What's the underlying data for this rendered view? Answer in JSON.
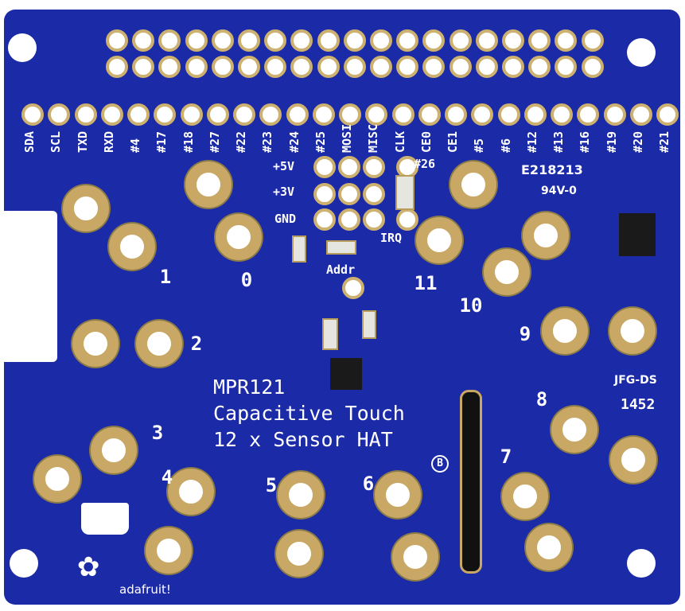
{
  "header_pins": [
    "SDA",
    "SCL",
    "TXD",
    "RXD",
    "#4",
    "#17",
    "#18",
    "#27",
    "#22",
    "#23",
    "#24",
    "#25",
    "MOSI",
    "MISC",
    "CLK",
    "CE0",
    "CE1",
    "#5",
    "#6",
    "#12",
    "#13",
    "#16",
    "#19",
    "#20",
    "#21"
  ],
  "power": {
    "v5": "+5V",
    "v3": "+3V",
    "gnd": "GND",
    "irq": "IRQ",
    "p26": "#26",
    "addr": "Addr"
  },
  "title": {
    "line1": "MPR121",
    "line2": "Capacitive Touch",
    "line3": "12 x Sensor HAT"
  },
  "pads": [
    "0",
    "1",
    "2",
    "3",
    "4",
    "5",
    "6",
    "7",
    "8",
    "9",
    "10",
    "11"
  ],
  "markings": {
    "cert": "E218213",
    "rating": "94V-0",
    "maker": "JFG-DS",
    "date": "1452",
    "brand": "adafruit!",
    "logo": "B"
  },
  "colors": {
    "board": "#1b2aa6",
    "gold": "#c8a864"
  }
}
